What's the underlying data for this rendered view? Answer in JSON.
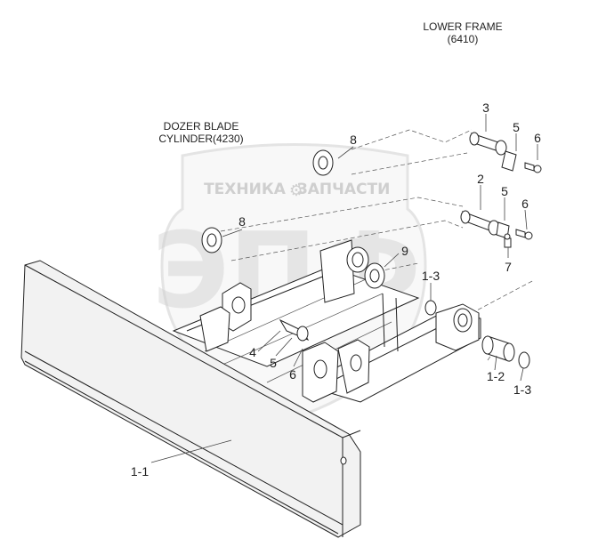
{
  "watermark": {
    "brand_top": "ТЕХНИКА",
    "brand_gear": "⚙",
    "brand_bottom": "ЗАПЧАСТИ",
    "logo_letters": "ЭПФ"
  },
  "references": {
    "lower_frame_line1": "LOWER FRAME",
    "lower_frame_line2": "(6410)",
    "dozer_line1": "DOZER BLADE",
    "dozer_line2": "CYLINDER(4230)"
  },
  "callouts": {
    "c3": "3",
    "c5a": "5",
    "c6a": "6",
    "c8a": "8",
    "c2": "2",
    "c5b": "5",
    "c6b": "6",
    "c7": "7",
    "c8b": "8",
    "c9": "9",
    "c1_3a": "1-3",
    "c4": "4",
    "c5c": "5",
    "c6c": "6",
    "c1_2": "1-2",
    "c1_3b": "1-3",
    "c1_1": "1-1"
  }
}
